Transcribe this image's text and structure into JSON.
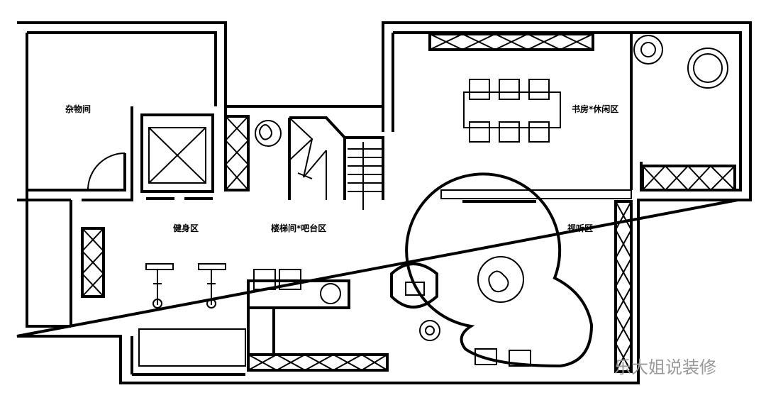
{
  "rooms": {
    "storage": "杂物间",
    "study": "书房*休闲区",
    "gym": "健身区",
    "stair_bar": "楼梯间*吧台区",
    "av": "视听区"
  },
  "watermark": "乐大姐说装修"
}
